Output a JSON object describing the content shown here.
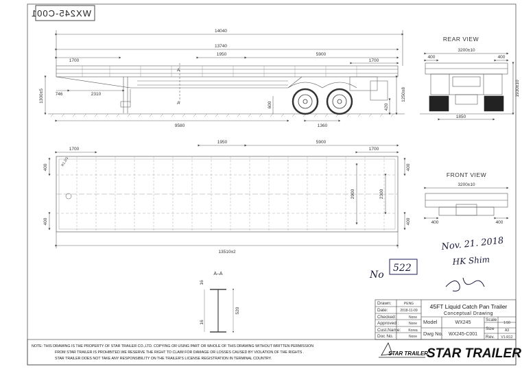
{
  "stamp_code": "WX245-C001",
  "views": {
    "rear": "REAR VIEW",
    "front": "FRONT VIEW",
    "section": "A–A"
  },
  "side_view": {
    "dims": {
      "overall": "14040",
      "deck": "13740",
      "d1950": "1950",
      "d5900": "5900",
      "d1700_left": "1700",
      "d1700_right": "1700",
      "d746": "746",
      "d2310": "2310",
      "d1300": "1300±5",
      "d9580": "9580",
      "d1360": "1360",
      "d600": "600",
      "d420": "420",
      "d1250": "1250±8"
    },
    "section_marks": [
      "A",
      "A"
    ]
  },
  "top_view": {
    "dims": {
      "d1700": "1700",
      "d1950": "1950",
      "d5900": "5900",
      "d1700r": "1700",
      "d400_tl": "400",
      "d400_tr": "400",
      "d400_bl": "400",
      "d400_br": "400",
      "d2900": "2900",
      "d2300": "2300",
      "d13510": "13510±2",
      "r": "R1.2/3"
    }
  },
  "rear_view": {
    "dims": {
      "width": "3200±10",
      "left": "400",
      "right": "400",
      "height": "1930±10",
      "track": "1850"
    }
  },
  "front_view": {
    "dims": {
      "width": "3200±10",
      "left": "400",
      "right": "400"
    }
  },
  "section_aa": {
    "dims": {
      "top": "16",
      "bottom": "16",
      "height": "520"
    }
  },
  "handwriting": {
    "date": "Nov. 21. 2018",
    "name": "HK Shim",
    "no_label": "No",
    "no_value": "522"
  },
  "title_block": {
    "rows": [
      {
        "label": "Drawn:",
        "value": "PENG"
      },
      {
        "label": "Date:",
        "value": "2018-11-09"
      },
      {
        "label": "Checked:",
        "value": "None"
      },
      {
        "label": "Approved :",
        "value": "None"
      },
      {
        "label": "Cust.Name:",
        "value": "Korea"
      },
      {
        "label": "Doc No. :",
        "value": "None"
      }
    ],
    "title": "45FT Liquid Catch Pan Trailer",
    "subtitle": "Conceptual Drawing",
    "model_label": "Model",
    "model_value": "WX245",
    "dwg_label": "Dwg No.",
    "dwg_value": "WX245-C001",
    "scale_label": "Scale",
    "scale_value": "1:50",
    "size_label": "Size",
    "size_value": "A3",
    "rev_label": "Rev.",
    "rev_value": "V1-R12",
    "logo_small": "STAR TRAILER",
    "logo_big": "STAR TRAILER"
  },
  "note": {
    "line1": "NOTE: THIS DRAWING IS THE PROPERTY OF STAR TRAILER CO.,LTD. COPYING OR USING PART OR WHOLE OF THIS DRAWING WITHOUT WRITTEN PERMISSION",
    "line2": "FROM STAR TRAILER IS PROHIBITED.WE RESERVE THE RIGHT TO CLAIM FOR DAMAGE OR LOSSES CAUSED BY VIOLATION OF THE RIGHTS .",
    "line3": "STAR TRAILER DOES NOT TAKE ANY RESPONSIBILITY ON THE TRAILER'S LICENSE REGISTRATION IN TERMINAL COUNTRY."
  }
}
